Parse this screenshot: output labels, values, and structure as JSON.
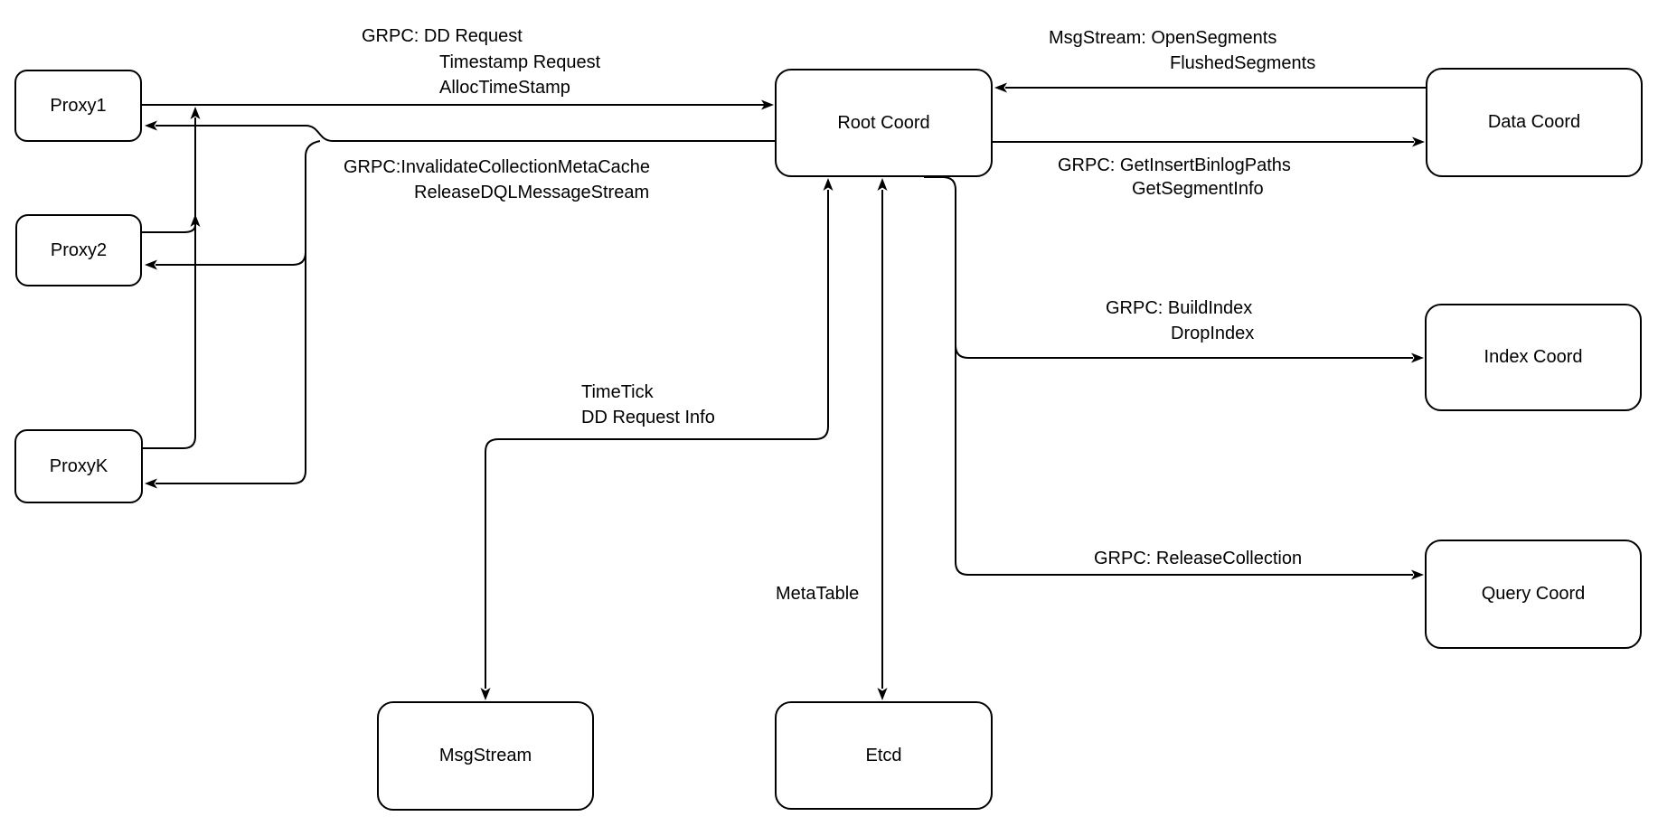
{
  "diagram": {
    "colors": {
      "stroke": "#000000",
      "node_fill": "#ffffff",
      "background": "#ffffff"
    },
    "nodes": {
      "proxy1": {
        "label": "Proxy1"
      },
      "proxy2": {
        "label": "Proxy2"
      },
      "proxyk": {
        "label": "ProxyK"
      },
      "root": {
        "label": "Root Coord"
      },
      "data": {
        "label": "Data Coord"
      },
      "index": {
        "label": "Index Coord"
      },
      "query": {
        "label": "Query Coord"
      },
      "msgstream": {
        "label": "MsgStream"
      },
      "etcd": {
        "label": "Etcd"
      }
    },
    "labels": {
      "grpc_dd_1": "GRPC: DD Request",
      "grpc_dd_2": "Timestamp Request",
      "grpc_dd_3": "AllocTimeStamp",
      "invalidate_1": "GRPC:InvalidateCollectionMetaCache",
      "invalidate_2": "ReleaseDQLMessageStream",
      "msgstream_1": "MsgStream: OpenSegments",
      "msgstream_2": "FlushedSegments",
      "binlog_1": "GRPC: GetInsertBinlogPaths",
      "binlog_2": "GetSegmentInfo",
      "buildindex_1": "GRPC: BuildIndex",
      "buildindex_2": "DropIndex",
      "release_1": "GRPC: ReleaseCollection",
      "timetick_1": "TimeTick",
      "timetick_2": "DD Request Info",
      "metatable_1": "MetaTable"
    },
    "edges": [
      {
        "from": "Proxy1",
        "to": "Root Coord",
        "label": "GRPC: DD Request / Timestamp Request / AllocTimeStamp"
      },
      {
        "from": "Proxy2",
        "to": "Root Coord",
        "label": ""
      },
      {
        "from": "ProxyK",
        "to": "Root Coord",
        "label": ""
      },
      {
        "from": "Root Coord",
        "to": "Proxy1, Proxy2, ProxyK",
        "label": "GRPC:InvalidateCollectionMetaCache / ReleaseDQLMessageStream"
      },
      {
        "from": "Data Coord",
        "to": "Root Coord",
        "label": "MsgStream: OpenSegments / FlushedSegments"
      },
      {
        "from": "Root Coord",
        "to": "Data Coord",
        "label": "GRPC: GetInsertBinlogPaths / GetSegmentInfo"
      },
      {
        "from": "Root Coord",
        "to": "Index Coord",
        "label": "GRPC: BuildIndex / DropIndex"
      },
      {
        "from": "Root Coord",
        "to": "Query Coord",
        "label": "GRPC: ReleaseCollection"
      },
      {
        "from": "Root Coord",
        "to": "MsgStream",
        "label": "TimeTick / DD Request Info",
        "bidirectional": true
      },
      {
        "from": "Root Coord",
        "to": "Etcd",
        "label": "MetaTable",
        "bidirectional": true
      }
    ]
  }
}
